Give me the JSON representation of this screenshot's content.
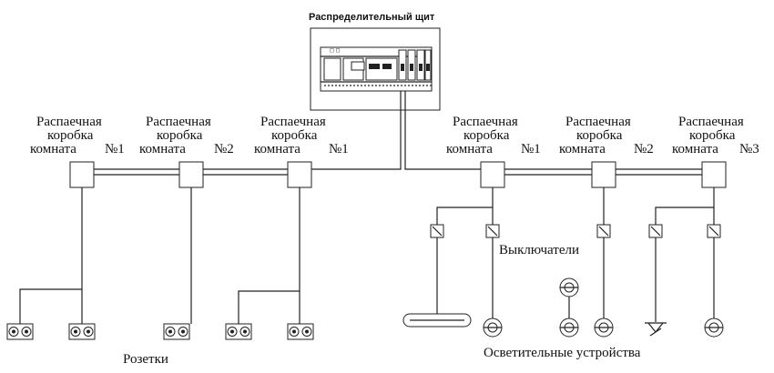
{
  "panel": {
    "title": "Распределительный щит"
  },
  "junction_boxes": [
    {
      "line1": "Распаечная",
      "line2": "коробка",
      "line3": "комната",
      "number": "№1"
    },
    {
      "line1": "Распаечная",
      "line2": "коробка",
      "line3": "комната",
      "number": "№2"
    },
    {
      "line1": "Распаечная",
      "line2": "коробка",
      "line3": "комната",
      "number": "№1"
    },
    {
      "line1": "Распаечная",
      "line2": "коробка",
      "line3": "комната",
      "number": "№1"
    },
    {
      "line1": "Распаечная",
      "line2": "коробка",
      "line3": "комната",
      "number": "№2"
    },
    {
      "line1": "Распаечная",
      "line2": "коробка",
      "line3": "комната",
      "number": "№3"
    }
  ],
  "labels": {
    "sockets": "Розетки",
    "switches": "Выключатели",
    "lighting": "Осветительные устройства"
  }
}
